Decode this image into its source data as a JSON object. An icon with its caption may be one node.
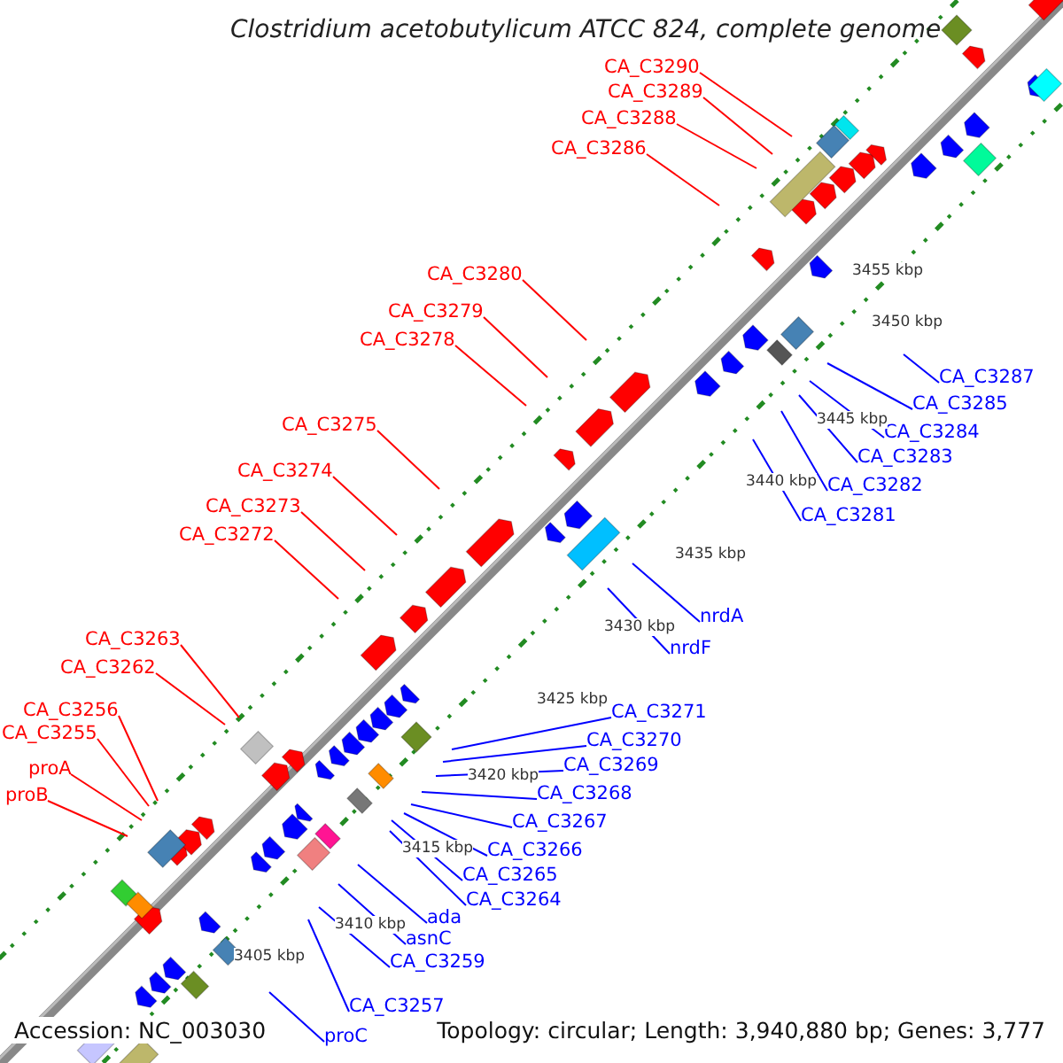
{
  "diagram": {
    "title": "Clostridium acetobutylicum ATCC 824, complete genome",
    "nodes": [
      {
        "text": [
          "CA_C3290"
        ]
      },
      {
        "text": [
          "CA_C3289"
        ]
      },
      {
        "text": [
          "CA_C3288"
        ]
      },
      {
        "text": [
          "CA_C3286"
        ]
      },
      {
        "text": [
          "CA_C3280"
        ]
      },
      {
        "text": [
          "CA_C3279"
        ]
      },
      {
        "text": [
          "CA_C3278"
        ]
      },
      {
        "text": [
          "CA_C3275"
        ]
      },
      {
        "text": [
          "CA_C3274"
        ]
      },
      {
        "text": [
          "CA_C3273"
        ]
      },
      {
        "text": [
          "CA_C3272"
        ]
      },
      {
        "text": [
          "CA_C3263"
        ]
      },
      {
        "text": [
          "CA_C3262"
        ]
      },
      {
        "text": [
          "CA_C3256"
        ]
      },
      {
        "text": [
          "CA_C3255"
        ]
      },
      {
        "text": [
          "proA"
        ]
      },
      {
        "text": [
          "proB"
        ]
      },
      {
        "text": [
          "CA_C3287"
        ]
      },
      {
        "text": [
          "CA_C3285"
        ]
      },
      {
        "text": [
          "CA_C3284"
        ]
      },
      {
        "text": [
          "CA_C3283"
        ]
      },
      {
        "text": [
          "CA_C3282"
        ]
      },
      {
        "text": [
          "CA_C3281"
        ]
      },
      {
        "text": [
          "nrdA"
        ]
      },
      {
        "text": [
          "nrdF"
        ]
      },
      {
        "text": [
          "CA_C3271"
        ]
      },
      {
        "text": [
          "CA_C3270"
        ]
      },
      {
        "text": [
          "CA_C3269"
        ]
      },
      {
        "text": [
          "CA_C3268"
        ]
      },
      {
        "text": [
          "CA_C3267"
        ]
      },
      {
        "text": [
          "CA_C3266"
        ]
      },
      {
        "text": [
          "CA_C3265"
        ]
      },
      {
        "text": [
          "CA_C3264"
        ]
      },
      {
        "text": [
          "ada"
        ]
      },
      {
        "text": [
          "asnC"
        ]
      },
      {
        "text": [
          "CA_C3259"
        ]
      },
      {
        "text": [
          "CA_C3257"
        ]
      },
      {
        "text": [
          "proC"
        ]
      }
    ],
    "edges": [
      {
        "from": 0,
        "to": null,
        "arrow": "none",
        "color": "#ff0000"
      },
      {
        "from": 1,
        "to": null,
        "arrow": "none",
        "color": "#ff0000"
      },
      {
        "from": 2,
        "to": null,
        "arrow": "none",
        "color": "#ff0000"
      },
      {
        "from": 3,
        "to": null,
        "arrow": "none",
        "color": "#ff0000"
      },
      {
        "from": 4,
        "to": null,
        "arrow": "none",
        "color": "#ff0000"
      },
      {
        "from": 5,
        "to": null,
        "arrow": "none",
        "color": "#ff0000"
      },
      {
        "from": 6,
        "to": null,
        "arrow": "none",
        "color": "#ff0000"
      },
      {
        "from": 7,
        "to": null,
        "arrow": "none",
        "color": "#ff0000"
      },
      {
        "from": 8,
        "to": null,
        "arrow": "none",
        "color": "#ff0000"
      },
      {
        "from": 9,
        "to": null,
        "arrow": "none",
        "color": "#ff0000"
      },
      {
        "from": 10,
        "to": null,
        "arrow": "none",
        "color": "#ff0000"
      },
      {
        "from": 11,
        "to": null,
        "arrow": "none",
        "color": "#ff0000"
      },
      {
        "from": 12,
        "to": null,
        "arrow": "none",
        "color": "#ff0000"
      },
      {
        "from": 13,
        "to": null,
        "arrow": "none",
        "color": "#ff0000"
      },
      {
        "from": 14,
        "to": null,
        "arrow": "none",
        "color": "#ff0000"
      },
      {
        "from": 15,
        "to": null,
        "arrow": "none",
        "color": "#ff0000"
      },
      {
        "from": 16,
        "to": null,
        "arrow": "none",
        "color": "#ff0000"
      },
      {
        "from": 17,
        "to": null,
        "arrow": "none"
      },
      {
        "from": 18,
        "to": null,
        "arrow": "none"
      },
      {
        "from": 19,
        "to": null,
        "arrow": "none"
      },
      {
        "from": 20,
        "to": null,
        "arrow": "none"
      },
      {
        "from": 21,
        "to": null,
        "arrow": "none"
      },
      {
        "from": 22,
        "to": null,
        "arrow": "none"
      },
      {
        "from": 23,
        "to": null,
        "arrow": "none"
      },
      {
        "from": 24,
        "to": null,
        "arrow": "none"
      },
      {
        "from": 25,
        "to": null,
        "arrow": "none"
      },
      {
        "from": 26,
        "to": null,
        "arrow": "none"
      },
      {
        "from": 27,
        "to": null,
        "arrow": "none"
      },
      {
        "from": 28,
        "to": null,
        "arrow": "none"
      },
      {
        "from": 29,
        "to": null,
        "arrow": "none"
      },
      {
        "from": 30,
        "to": null,
        "arrow": "none"
      },
      {
        "from": 31,
        "to": null,
        "arrow": "none"
      },
      {
        "from": 32,
        "to": null,
        "arrow": "none"
      },
      {
        "from": 33,
        "to": null,
        "arrow": "none"
      },
      {
        "from": 34,
        "to": null,
        "arrow": "none"
      },
      {
        "from": 35,
        "to": null,
        "arrow": "none"
      },
      {
        "from": 36,
        "to": null,
        "arrow": "none"
      },
      {
        "from": 37,
        "to": null,
        "arrow": "none"
      }
    ],
    "labels": [
      "3455 kbp",
      "3450 kbp",
      "3445 kbp",
      "3440 kbp",
      "3435 kbp",
      "3430 kbp",
      "3425 kbp",
      "3420 kbp",
      "3415 kbp",
      "3410 kbp",
      "3405 kbp",
      "Accession: NC_003030",
      "Topology: circular; Length: 3,940,880 bp; Genes: 3,777"
    ]
  }
}
